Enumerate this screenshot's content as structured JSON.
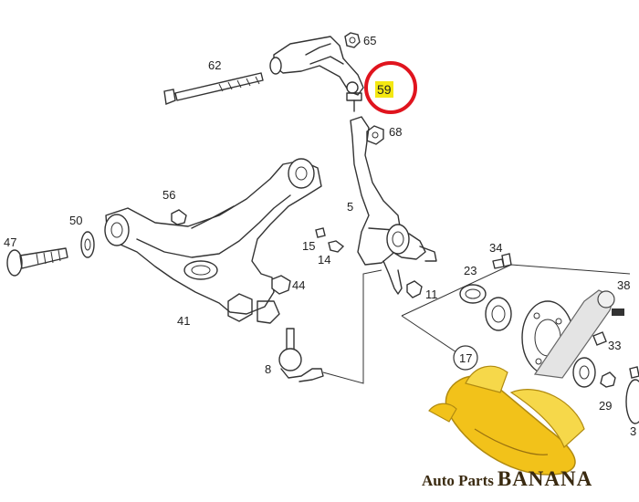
{
  "diagram": {
    "part_numbers": {
      "p62": "62",
      "p65": "65",
      "p59": "59",
      "p68": "68",
      "p56": "56",
      "p5": "5",
      "p50": "50",
      "p47": "47",
      "p15": "15",
      "p14": "14",
      "p34": "34",
      "p23": "23",
      "p38": "38",
      "p44": "44",
      "p11": "11",
      "p41": "41",
      "p33": "33",
      "p17": "17",
      "p8": "8",
      "p29": "29",
      "p3": "3"
    },
    "highlighted_part": "59",
    "highlight_color": "#f4e812",
    "circle_color": "#e0141e"
  },
  "watermark": {
    "brand_prefix": "Auto Parts",
    "brand_name": "BANANA",
    "icon": "banana-mascot-icon"
  }
}
